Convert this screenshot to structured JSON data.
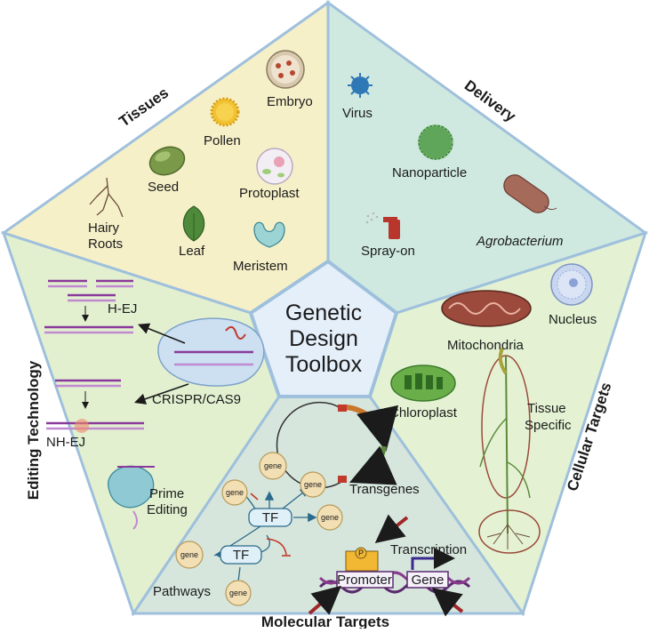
{
  "center": {
    "line1": "Genetic",
    "line2": "Design",
    "line3": "Toolbox"
  },
  "sections": {
    "tissues": "Tissues",
    "delivery": "Delivery",
    "cellular": "Cellular Targets",
    "molecular": "Molecular Targets",
    "editing": "Editing Technology"
  },
  "tissues": {
    "embryo": "Embryo",
    "pollen": "Pollen",
    "seed": "Seed",
    "protoplast": "Protoplast",
    "hairy_roots_1": "Hairy",
    "hairy_roots_2": "Roots",
    "leaf": "Leaf",
    "meristem": "Meristem"
  },
  "delivery": {
    "virus": "Virus",
    "nanoparticle": "Nanoparticle",
    "spray_on": "Spray-on",
    "agrobacterium": "Agrobacterium"
  },
  "cellular": {
    "mitochondria": "Mitochondria",
    "nucleus": "Nucleus",
    "chloroplast": "Chloroplast",
    "tissue_specific_1": "Tissue",
    "tissue_specific_2": "Specific"
  },
  "molecular": {
    "transgenes": "Transgenes",
    "tf": "TF",
    "gene": "gene",
    "pathways": "Pathways",
    "transcription": "Transcription",
    "promoter": "Promoter",
    "gene_box": "Gene",
    "p": "P"
  },
  "editing": {
    "hej": "H-EJ",
    "crispr": "CRISPR/CAS9",
    "nhej": "NH-EJ",
    "prime_1": "Prime",
    "prime_2": "Editing"
  },
  "colors": {
    "tissues_bg": "#f6f0c9",
    "delivery_bg": "#cfe9e1",
    "cellular_bg": "#e4f2d3",
    "molecular_bg": "#d6e6dc",
    "editing_bg": "#e2f0d0",
    "center_bg": "#e5effa",
    "border": "#9fc0dc"
  }
}
